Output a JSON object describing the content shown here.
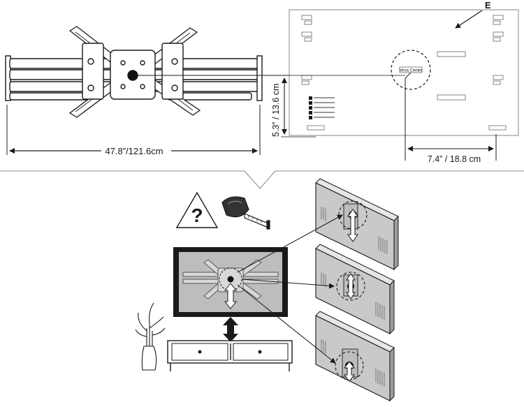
{
  "labels": {
    "template_letter": "E",
    "width_dim": "47.8”/121.6cm",
    "vertical_dim": "5.3” / 13.6 cm",
    "horizontal_dim": "7.4” / 18.8 cm",
    "vesa_center": "Vesa Center"
  },
  "colors": {
    "line": "#1a1a1a",
    "screen_gray": "#bdbdbd",
    "wall_gray": "#c9c9c9",
    "template_border": "#9a9a9a"
  },
  "icons": [
    "tape-measure-icon",
    "question-warning-icon",
    "plant-icon",
    "up-down-arrow-icon"
  ]
}
